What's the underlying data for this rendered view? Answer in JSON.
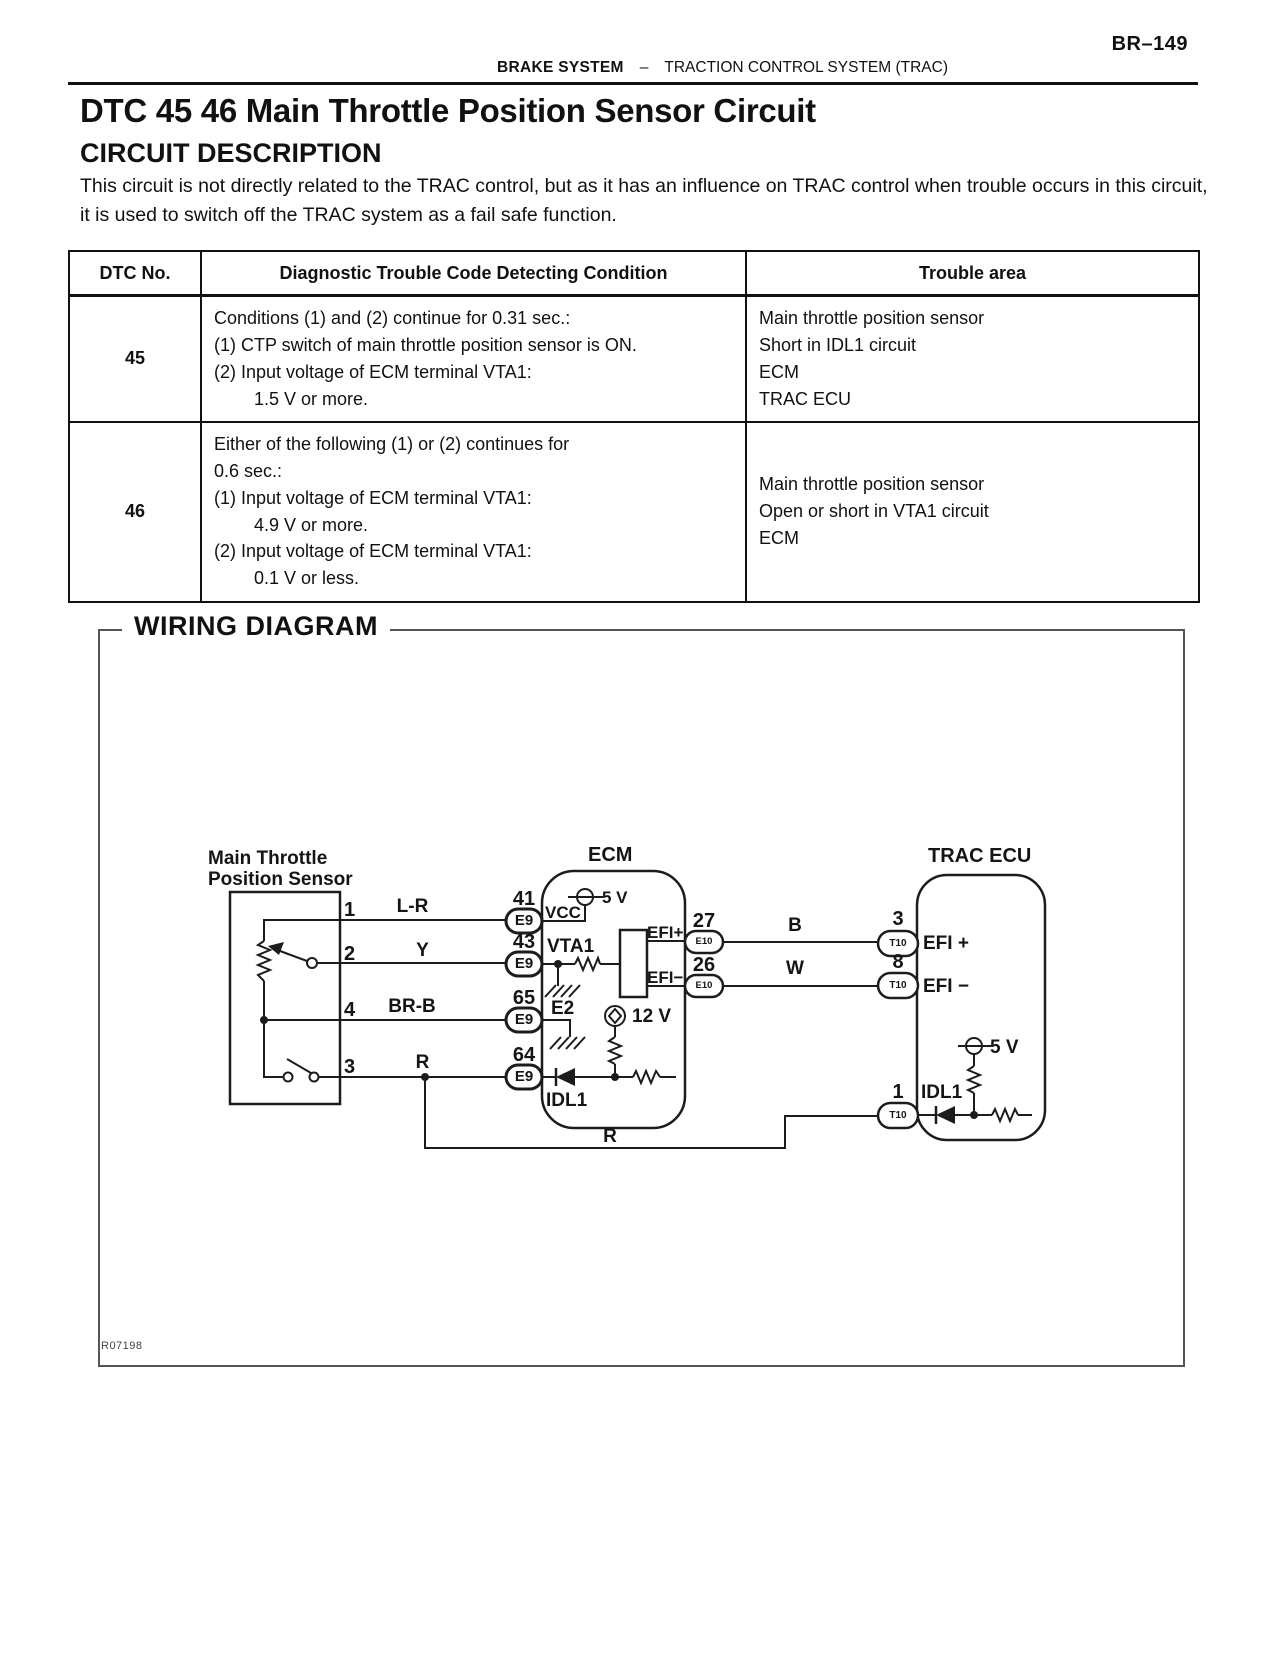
{
  "header": {
    "page_number": "BR–149",
    "section_left": "BRAKE SYSTEM",
    "separator": "–",
    "section_right": "TRACTION CONTROL SYSTEM (TRAC)"
  },
  "title": "DTC 45 46 Main Throttle Position Sensor Circuit",
  "section_title": "CIRCUIT DESCRIPTION",
  "description": "This circuit is not directly related to the TRAC control, but as it has an influence on TRAC control when trouble occurs in this circuit, it is used to switch off the TRAC system as a fail safe function.",
  "table": {
    "headers": [
      "DTC No.",
      "Diagnostic Trouble Code Detecting Condition",
      "Trouble area"
    ],
    "rows": [
      {
        "dtc": "45",
        "condition_lines": [
          "Conditions (1) and (2) continue for 0.31 sec.:",
          "(1) CTP switch of main throttle position sensor is ON.",
          "(2) Input voltage of ECM terminal VTA1:",
          "1.5 V or more."
        ],
        "trouble_lines": [
          "Main throttle position sensor",
          "Short in IDL1 circuit",
          "ECM",
          "TRAC ECU"
        ]
      },
      {
        "dtc": "46",
        "condition_lines": [
          "Either of the following (1) or (2) continues for",
          "0.6 sec.:",
          "(1) Input voltage of ECM terminal VTA1:",
          "4.9 V or more.",
          "(2) Input voltage of ECM terminal VTA1:",
          "0.1 V or less."
        ],
        "trouble_lines": [
          "Main throttle position sensor",
          "Open or short in VTA1 circuit",
          "ECM"
        ]
      }
    ]
  },
  "diagram": {
    "heading": "WIRING DIAGRAM",
    "figure_id": "R07198",
    "sensor": {
      "label_line1": "Main Throttle",
      "label_line2": "Position Sensor",
      "pin1": "1",
      "pin2": "2",
      "pin4": "4",
      "pin3": "3"
    },
    "wire_labels": {
      "pin1": "L-R",
      "pin2": "Y",
      "pin4": "BR-B",
      "pin3": "R",
      "efi_plus": "B",
      "efi_minus": "W",
      "idl1": "R"
    },
    "ecm": {
      "name": "ECM",
      "connector": "E9",
      "pin_vcc": "41",
      "pin_vta1": "43",
      "pin_e2": "65",
      "pin_idl1": "64",
      "vcc": "VCC",
      "v5": "5 V",
      "vta1": "VTA1",
      "e2": "E2",
      "v12": "12 V",
      "idl1": "IDL1",
      "efi_plus": "EFI+",
      "efi_minus": "EFI−",
      "out_connector": "E10",
      "pin_efi_plus": "27",
      "pin_efi_minus": "26"
    },
    "trac": {
      "name": "TRAC ECU",
      "connector": "T10",
      "pin_efi_plus": "3",
      "pin_efi_minus": "8",
      "pin_idl1": "1",
      "efi_plus": "EFI +",
      "efi_minus": "EFI −",
      "v5": "5 V",
      "idl1": "IDL1"
    }
  }
}
